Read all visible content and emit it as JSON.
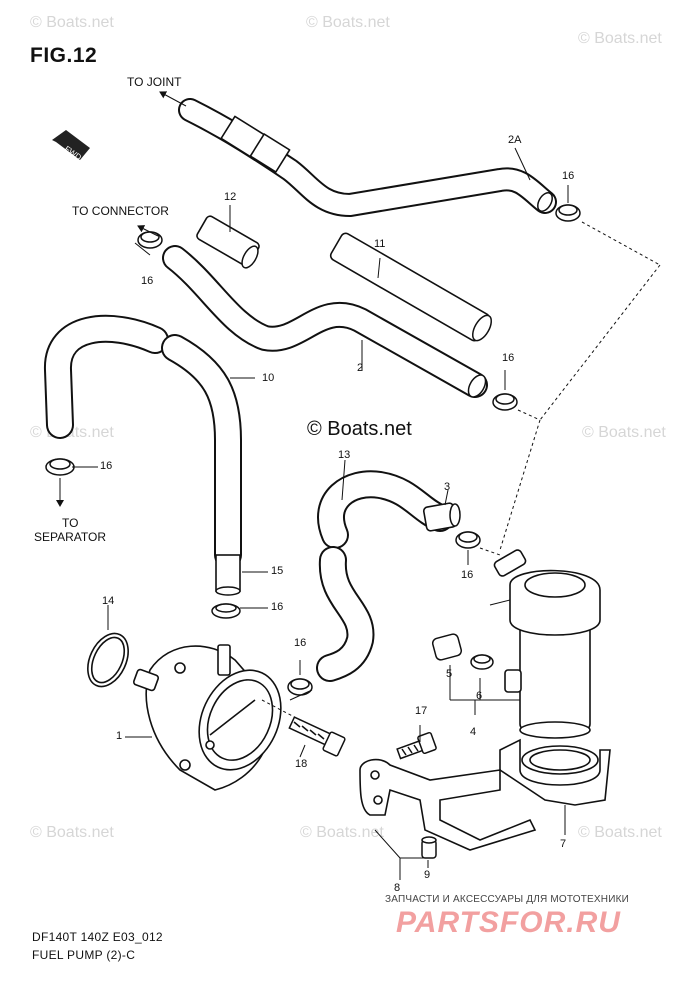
{
  "figure": {
    "title": "FIG.12"
  },
  "annotations": {
    "to_joint": "TO JOINT",
    "to_connector": "TO CONNECTOR",
    "to_separator_line1": "TO",
    "to_separator_line2": "SEPARATOR",
    "fwd": "FWD"
  },
  "watermarks": {
    "text": "© Boats.net",
    "main": "© Boats.net"
  },
  "callouts": {
    "p1": "1",
    "p2": "2",
    "p2a": "2A",
    "p3": "3",
    "p4": "4",
    "p5": "5",
    "p6": "6",
    "p7": "7",
    "p8": "8",
    "p9": "9",
    "p10": "10",
    "p11": "11",
    "p12": "12",
    "p13": "13",
    "p14": "14",
    "p15": "15",
    "p16": "16",
    "p17": "17",
    "p18": "18"
  },
  "footer": {
    "model": "DF140T 140Z E03_012",
    "section": "FUEL PUMP (2)-C"
  },
  "brand": {
    "tagline": "ЗАПЧАСТИ И АКСЕССУАРЫ ДЛЯ МОТОТЕХНИКИ",
    "name": "PARTSFOR.RU",
    "color": "#f2a0a0"
  }
}
